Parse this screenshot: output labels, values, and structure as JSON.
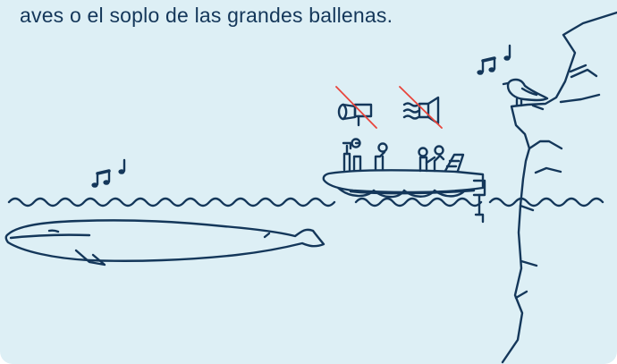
{
  "illustration": {
    "caption": "aves o el soplo de las grandes ballenas.",
    "colors": {
      "background": "#ddeff5",
      "ink": "#14375a",
      "prohibition": "#e8453c"
    },
    "icons": [
      "music-notes",
      "megaphone-crossed",
      "engine-noise-crossed",
      "seagull",
      "whale",
      "rib-boat",
      "cliff",
      "waves"
    ]
  }
}
